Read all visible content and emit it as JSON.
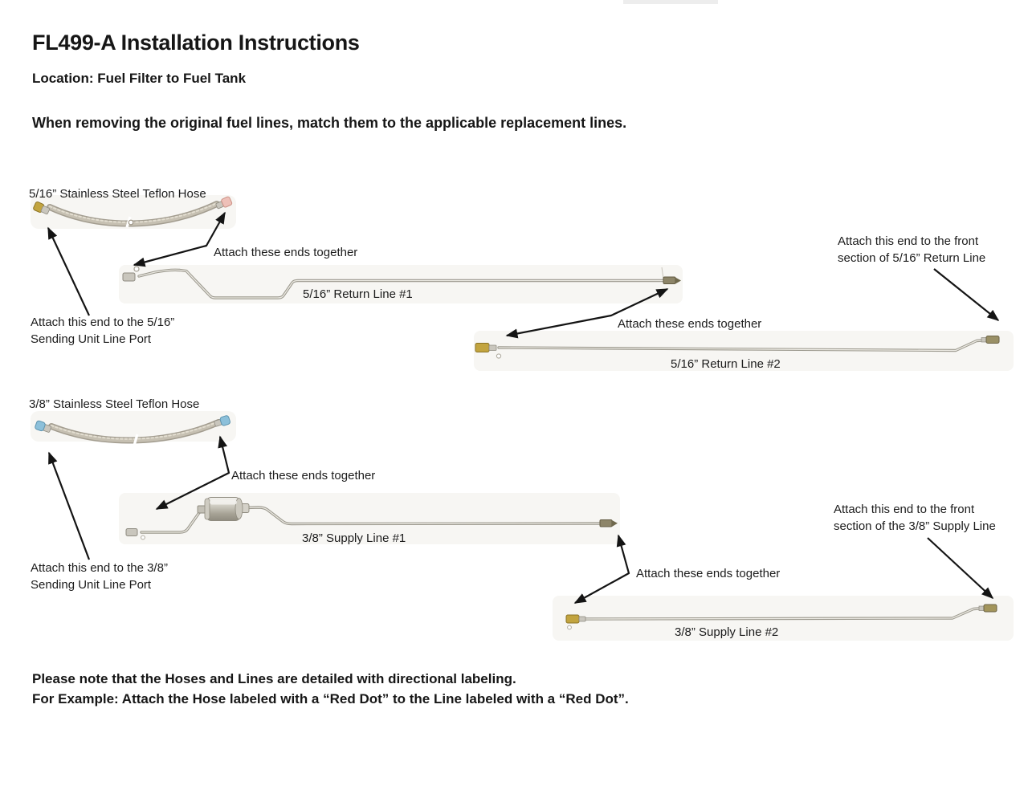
{
  "header": {
    "title": "FL499-A Installation Instructions",
    "location": "Location: Fuel Filter to Fuel Tank",
    "intro": "When removing the original fuel lines, match them to the applicable replacement lines."
  },
  "diagram": {
    "hose_516_label": "5/16” Stainless Steel Teflon Hose",
    "attach_ends_1": "Attach these ends together",
    "return_line_1_label": "5/16” Return Line #1",
    "sending_516_line1": "Attach this end to the 5/16”",
    "sending_516_line2": "Sending Unit Line Port",
    "front_516_line1": "Attach this end to the front",
    "front_516_line2": "section of 5/16” Return Line",
    "attach_ends_2": "Attach these ends together",
    "return_line_2_label": "5/16” Return Line #2",
    "hose_38_label": "3/8” Stainless Steel Teflon Hose",
    "attach_ends_3": "Attach these ends together",
    "supply_line_1_label": "3/8” Supply Line #1",
    "sending_38_line1": "Attach this end to the 3/8”",
    "sending_38_line2": "Sending Unit Line Port",
    "front_38_line1": "Attach this end to the front",
    "front_38_line2": "section of the 3/8” Supply Line",
    "attach_ends_4": "Attach these ends together",
    "supply_line_2_label": "3/8” Supply Line #2"
  },
  "footer": {
    "note_line1": "Please note that the Hoses and Lines are detailed with directional labeling.",
    "note_line2": "For Example: Attach the Hose labeled with a “Red Dot” to the Line labeled with a “Red Dot”."
  },
  "colors": {
    "brass_fitting": "#c2a43f",
    "pink_marker": "#eec0b8",
    "blue_marker": "#8cc0da",
    "steel_line": "#9b988d",
    "braided_hose": "#a39d90",
    "arrow": "#141414"
  }
}
